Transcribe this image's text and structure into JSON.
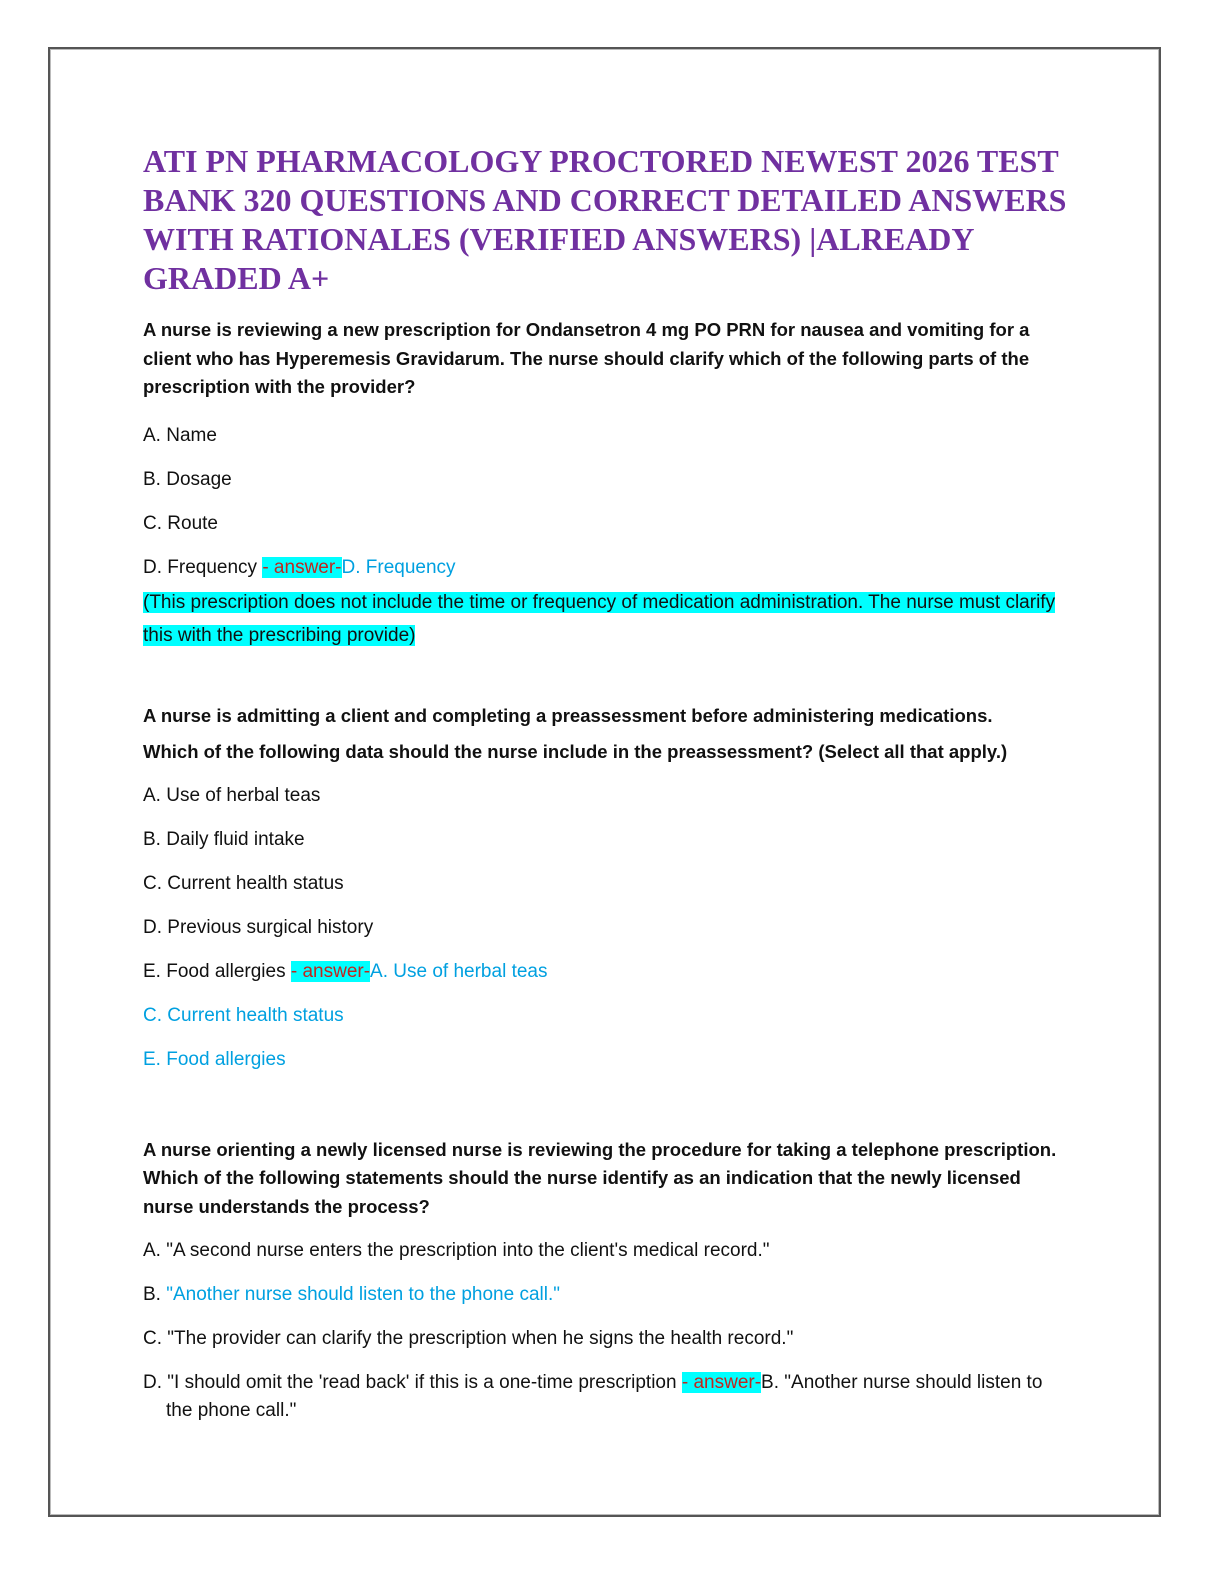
{
  "document": {
    "title": "ATI PN PHARMACOLOGY PROCTORED NEWEST 2026 TEST BANK 320 QUESTIONS AND CORRECT DETAILED ANSWERS WITH RATIONALES (VERIFIED ANSWERS) |ALREADY GRADED A+",
    "answer_marker": "- answer-",
    "q1": {
      "question": "A nurse is reviewing a new prescription for Ondansetron 4 mg PO PRN for nausea and vomiting for a client who has Hyperemesis Gravidarum. The nurse should clarify which of the following parts of the prescription with the provider?",
      "options": [
        "A. Name",
        "B. Dosage",
        "C. Route",
        "D. Frequency "
      ],
      "answer": "D. Frequency",
      "rationale": "(This prescription does not include the time or frequency of medication administration. The nurse must clarify this with the prescribing provide)"
    },
    "q2": {
      "question_line1": "A nurse is admitting a client and completing a preassessment before administering medications.",
      "question_line2": "Which of the following data should the nurse include in the preassessment? (Select all that apply.)",
      "options": [
        "A. Use of herbal teas",
        "B. Daily fluid intake",
        "C. Current health status",
        "D. Previous surgical history",
        "E.  Food allergies "
      ],
      "answers": [
        "A. Use of herbal teas",
        "C. Current health status",
        "E. Food allergies"
      ]
    },
    "q3": {
      "question": "A nurse orienting a newly licensed nurse is reviewing the procedure for taking a telephone prescription. Which of the following statements should the nurse identify as an indication that the newly licensed nurse understands the process?",
      "option_a": "A. \"A second nurse enters the prescription into the client's medical record.\"",
      "option_b_prefix": "B. ",
      "option_b_text": "\"Another nurse should listen to the phone call.\"",
      "option_c": "C. \"The provider can clarify the prescription when he signs the health record.\"",
      "option_d": "D. \"I should omit the 'read back' if this is a one-time prescription ",
      "answer": "B. \"Another nurse should listen to the phone call.\""
    }
  }
}
